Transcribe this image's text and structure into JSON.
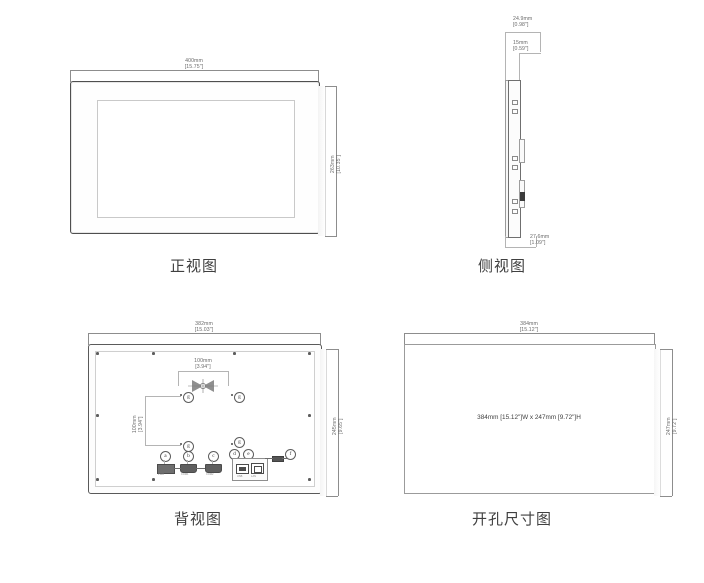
{
  "document": {
    "type": "mechanical-dimension-drawing",
    "product": "industrial panel display",
    "units": "mm [inch]"
  },
  "views": {
    "front": {
      "caption": "正视图",
      "width": {
        "mm": "400mm",
        "inch": "[15.75\"]"
      },
      "height": {
        "mm": "263mm",
        "inch": "[10.35\"]"
      }
    },
    "side": {
      "caption": "侧视图",
      "depth_top": {
        "mm": "24.9mm",
        "inch": "[0.98\"]"
      },
      "depth_mid": {
        "mm": "15mm",
        "inch": "[0.59\"]"
      },
      "depth_bottom": {
        "mm": "27.6mm",
        "inch": "[1.09\"]"
      }
    },
    "back": {
      "caption": "背视图",
      "width": {
        "mm": "382mm",
        "inch": "[15.03\"]"
      },
      "height": {
        "mm": "245mm",
        "inch": "[9.65\"]"
      },
      "vesa_horizontal": {
        "mm": "100mm",
        "inch": "[3.94\"]"
      },
      "vesa_vertical": {
        "mm": "100mm",
        "inch": "[3.94\"]"
      },
      "callouts": [
        {
          "id": "a",
          "label": "a"
        },
        {
          "id": "b",
          "label": "b"
        },
        {
          "id": "c",
          "label": "c"
        },
        {
          "id": "d",
          "label": "d"
        },
        {
          "id": "e",
          "label": "e"
        },
        {
          "id": "f",
          "label": "f"
        },
        {
          "id": "g1",
          "label": "g"
        },
        {
          "id": "g2",
          "label": "g"
        },
        {
          "id": "g3",
          "label": "g"
        },
        {
          "id": "g4",
          "label": "g"
        }
      ]
    },
    "cutout": {
      "caption": "开孔尺寸图",
      "width": {
        "mm": "384mm",
        "inch": "[15.12\"]"
      },
      "height": {
        "mm": "247mm",
        "inch": "[9.72\"]"
      },
      "center_label": "384mm [15.12\"]W x 247mm [9.72\"]H"
    }
  },
  "colors": {
    "line": "#8d8d8d",
    "outline": "#4f4f4f",
    "text": "#4a4a4a",
    "background": "#ffffff"
  }
}
